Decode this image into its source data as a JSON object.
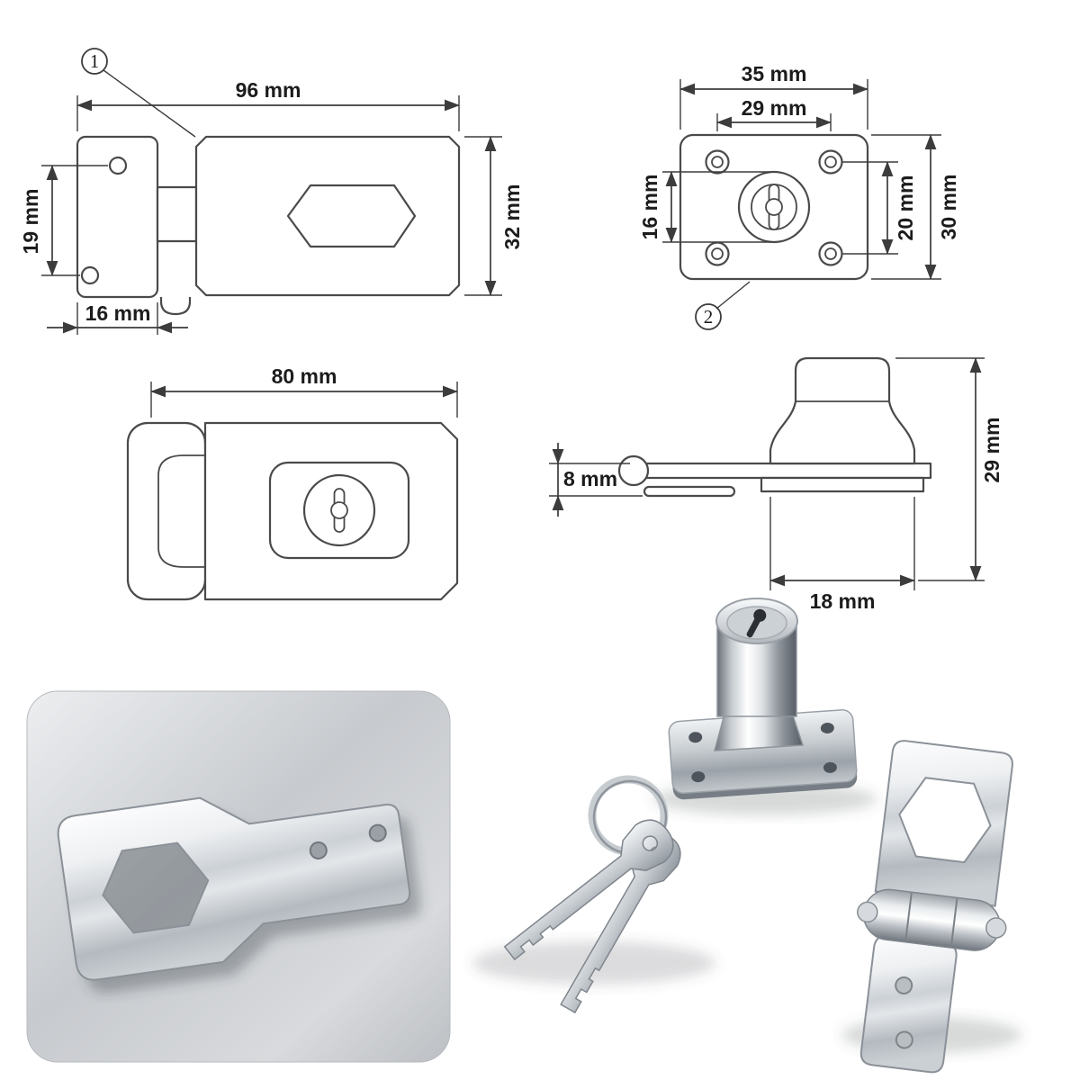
{
  "title": "keyed hasp lock dimension diagram with product photos",
  "colors": {
    "line": "#3c3c3c",
    "text": "#1c1c1c",
    "background": "#ffffff",
    "photo_panel": "#c9ccd0",
    "chrome_light": "#f4f6f8",
    "chrome_mid": "#c3c8cd",
    "chrome_dark": "#80868d"
  },
  "callouts": {
    "hasp_plate": "1",
    "lock_body": "2"
  },
  "drawing_hasp_long": {
    "overall_width": "96 mm",
    "plate_height": "32 mm",
    "hole_spacing": "19 mm",
    "end_width": "16 mm"
  },
  "drawing_lock_plate": {
    "plate_width": "35 mm",
    "hole_span_width": "29 mm",
    "cylinder_diameter": "16 mm",
    "hole_span_height": "20 mm",
    "plate_height": "30 mm"
  },
  "drawing_hasp_short": {
    "overall_width": "80 mm"
  },
  "drawing_side_view": {
    "plate_thickness": "8 mm",
    "body_height": "29 mm",
    "base_width": "18 mm"
  }
}
